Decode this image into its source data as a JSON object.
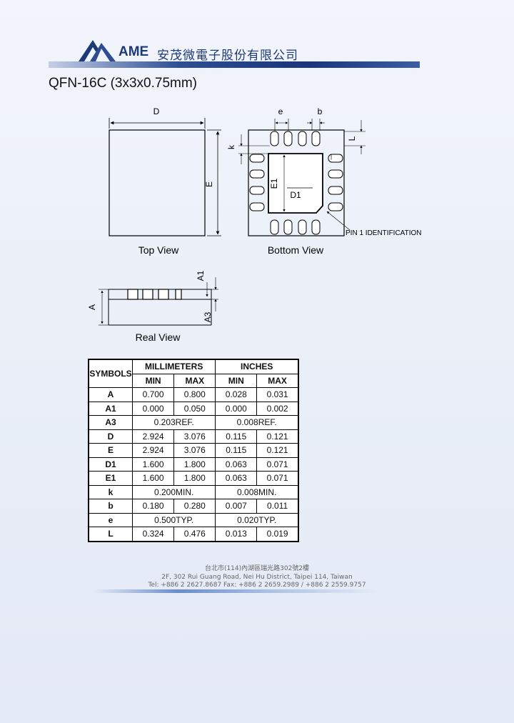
{
  "header": {
    "logo_text": "AME",
    "company_name": "安茂微電子股份有限公司",
    "brand_color": "#1d3a78"
  },
  "title": "QFN-16C (3x3x0.75mm)",
  "drawing": {
    "top_view": {
      "caption": "Top View",
      "label_d": "D",
      "label_e": "E"
    },
    "bottom_view": {
      "caption": "Bottom View",
      "label_e": "e",
      "label_b": "b",
      "label_l": "L",
      "label_k": "k",
      "label_e1": "E1",
      "label_d1": "D1",
      "pin1_note": "PIN 1 IDENTIFICATION"
    },
    "real_view": {
      "caption": "Real View",
      "label_a": "A",
      "label_a1": "A1",
      "label_a3": "A3"
    }
  },
  "table": {
    "symbols_header": "SYMBOLS",
    "mm_header": "MILLIMETERS",
    "in_header": "INCHES",
    "min": "MIN",
    "max": "MAX",
    "rows": [
      {
        "sym": "A",
        "mm_min": "0.700",
        "mm_max": "0.800",
        "in_min": "0.028",
        "in_max": "0.031"
      },
      {
        "sym": "A1",
        "mm_min": "0.000",
        "mm_max": "0.050",
        "in_min": "0.000",
        "in_max": "0.002"
      },
      {
        "sym": "A3",
        "mm": "0.203REF.",
        "in": "0.008REF."
      },
      {
        "sym": "D",
        "mm_min": "2.924",
        "mm_max": "3.076",
        "in_min": "0.115",
        "in_max": "0.121"
      },
      {
        "sym": "E",
        "mm_min": "2.924",
        "mm_max": "3.076",
        "in_min": "0.115",
        "in_max": "0.121"
      },
      {
        "sym": "D1",
        "mm_min": "1.600",
        "mm_max": "1.800",
        "in_min": "0.063",
        "in_max": "0.071"
      },
      {
        "sym": "E1",
        "mm_min": "1.600",
        "mm_max": "1.800",
        "in_min": "0.063",
        "in_max": "0.071"
      },
      {
        "sym": "k",
        "mm": "0.200MIN.",
        "in": "0.008MIN."
      },
      {
        "sym": "b",
        "mm_min": "0.180",
        "mm_max": "0.280",
        "in_min": "0.007",
        "in_max": "0.011"
      },
      {
        "sym": "e",
        "mm": "0.500TYP.",
        "in": "0.020TYP."
      },
      {
        "sym": "L",
        "mm_min": "0.324",
        "mm_max": "0.476",
        "in_min": "0.013",
        "in_max": "0.019"
      }
    ]
  },
  "footer": {
    "line1": "台北市(114)內湖區瑞光路302號2樓",
    "line2": "2F, 302 Rui Guang Road, Nei Hu District, Taipei 114, Taiwan",
    "line3": "Tel: +886 2 2627.8687  Fax: +886 2 2659.2989 / +886 2 2559.9757"
  }
}
